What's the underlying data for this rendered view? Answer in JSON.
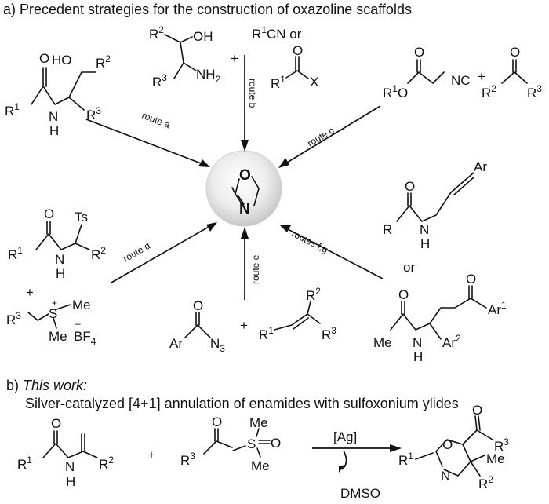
{
  "section_a": {
    "heading": "a) Precedent strategies for the construction of oxazoline scaffolds",
    "routes": {
      "a": "route a",
      "b": "route b",
      "c": "route c",
      "d": "route d",
      "e": "route e",
      "fg": "routes f,g"
    },
    "reagents": {
      "nitrile": "R",
      "nitrile_sup": "1",
      "nitrile_tail": "CN or",
      "plus": "+",
      "or": "or"
    },
    "atoms": {
      "O": "O",
      "N": "N",
      "H": "H",
      "X": "X",
      "HO": "HO",
      "OH": "OH",
      "NH2": "NH",
      "two": "2",
      "R": "R",
      "one": "1",
      "two_s": "2",
      "three": "3",
      "Ts": "Ts",
      "Ar": "Ar",
      "Me": "Me",
      "S": "S",
      "BF4": "BF",
      "four": "4",
      "N3": "N",
      "NC": "NC"
    }
  },
  "section_b": {
    "label_prefix": "b) ",
    "label_italic": "This work:",
    "description": "Silver-catalyzed [4+1] annulation of enamides with sulfoxonium ylides",
    "catalyst": "[Ag]",
    "byproduct": "DMSO"
  }
}
